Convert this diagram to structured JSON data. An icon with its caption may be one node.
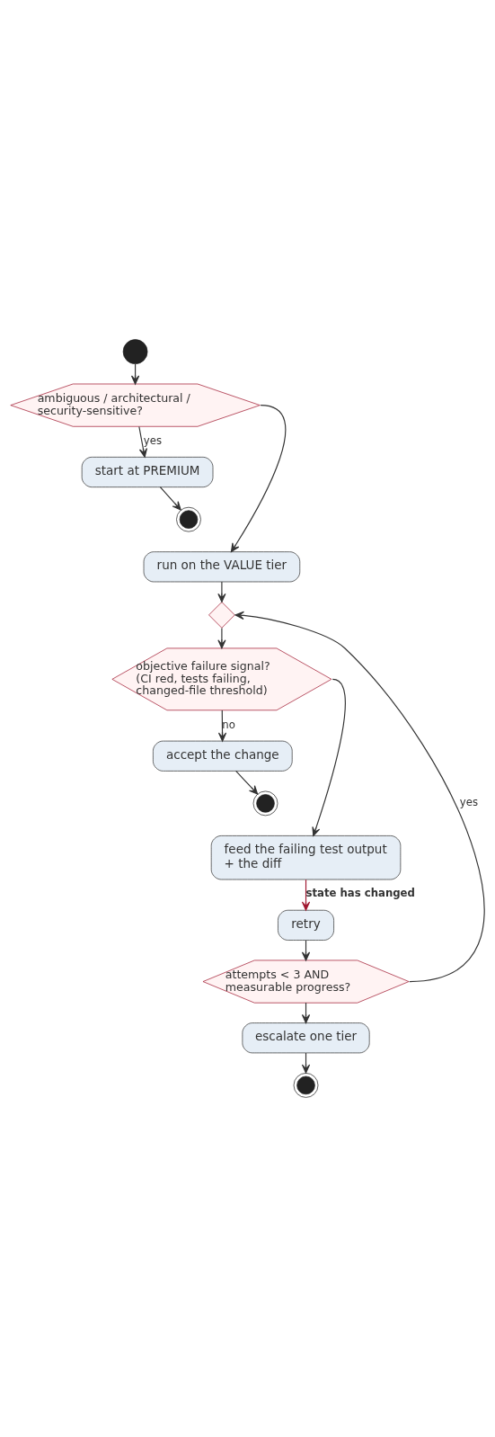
{
  "diagram": {
    "nodes": [
      {
        "text": [],
        "shape": "circle"
      },
      {
        "text": [
          "ambiguous / architectural / security-sensitive?"
        ]
      },
      {
        "text": [
          "start at PREMIUM"
        ]
      },
      {
        "text": [],
        "shape": "circle"
      },
      {
        "text": [
          "run on the VALUE tier"
        ]
      },
      {
        "text": [],
        "shape": "diamond"
      },
      {
        "text": [
          "objective failure signal? (CI red, tests failing, changed-file threshold)"
        ]
      },
      {
        "text": [
          "accept the change"
        ]
      },
      {
        "text": [],
        "shape": "circle"
      },
      {
        "text": [
          "feed the failing test output + the diff"
        ]
      },
      {
        "text": [
          "retry"
        ]
      },
      {
        "text": [
          "attempts < 3 AND measurable progress?"
        ]
      },
      {
        "text": [
          "escalate one tier"
        ]
      },
      {
        "text": [],
        "shape": "circle"
      }
    ],
    "edges": [
      {
        "from": 0,
        "to": 1,
        "arrow": "to"
      },
      {
        "from": 1,
        "to": 2,
        "arrow": "to",
        "label": "yes"
      },
      {
        "from": 2,
        "to": 3,
        "arrow": "to"
      },
      {
        "from": 1,
        "to": 4,
        "arrow": "to"
      },
      {
        "from": 4,
        "to": 5,
        "arrow": "to"
      },
      {
        "from": 5,
        "to": 6,
        "arrow": "to"
      },
      {
        "from": 6,
        "to": 7,
        "arrow": "to",
        "label": "no"
      },
      {
        "from": 7,
        "to": 8,
        "arrow": "to"
      },
      {
        "from": 6,
        "to": 9,
        "arrow": "to"
      },
      {
        "from": 9,
        "to": 10,
        "arrow": "to",
        "label": "state has changed",
        "color": "#a01830"
      },
      {
        "from": 10,
        "to": 11,
        "arrow": "to"
      },
      {
        "from": 11,
        "to": 5,
        "arrow": "to",
        "label": "yes"
      },
      {
        "from": 11,
        "to": 12,
        "arrow": "to"
      },
      {
        "from": 12,
        "to": 13,
        "arrow": "to"
      }
    ]
  }
}
